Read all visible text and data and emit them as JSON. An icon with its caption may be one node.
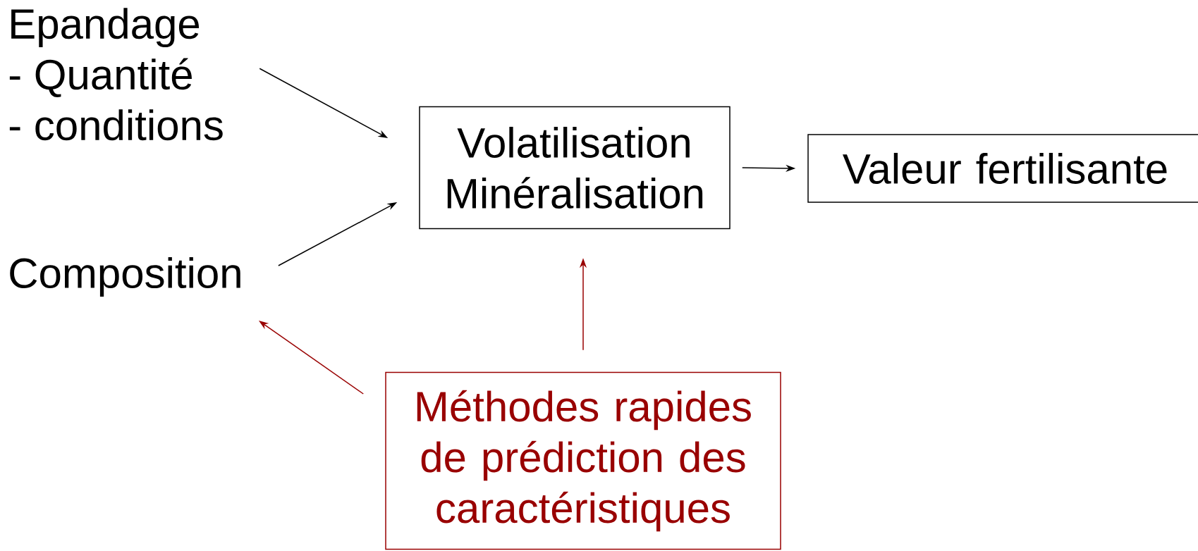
{
  "diagram": {
    "nodes": [
      {
        "text": [
          "Epandage",
          "- Quantité",
          "- conditions"
        ]
      },
      {
        "text": [
          "Composition"
        ]
      },
      {
        "text": [
          "Volatilisation Minéralisation"
        ]
      },
      {
        "text": [
          "Valeur fertilisante"
        ]
      },
      {
        "text": [
          "Méthodes rapides de prédiction des caractéristiques"
        ]
      }
    ],
    "edges": [
      {
        "from": 0,
        "to": 2,
        "arrow": "to"
      },
      {
        "from": 1,
        "to": 2,
        "arrow": "to"
      },
      {
        "from": 2,
        "to": 3,
        "arrow": "to"
      },
      {
        "from": 4,
        "to": 2,
        "arrow": "to",
        "color": "#990000"
      },
      {
        "from": 4,
        "to": 1,
        "arrow": "to",
        "color": "#990000"
      }
    ]
  }
}
